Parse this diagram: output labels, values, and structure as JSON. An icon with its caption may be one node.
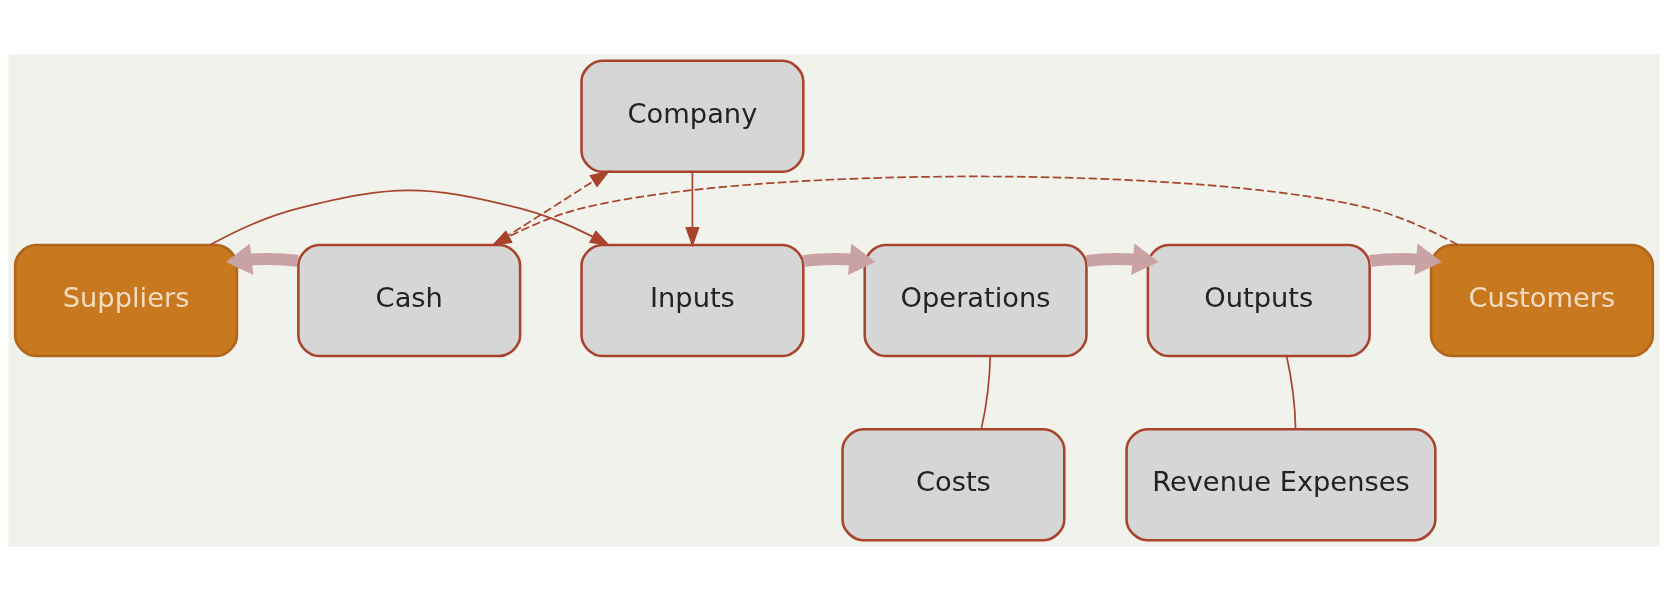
{
  "diagram": {
    "nodes": [
      {
        "text": [
          "Company"
        ]
      },
      {
        "text": [
          "Suppliers"
        ]
      },
      {
        "text": [
          "Cash"
        ]
      },
      {
        "text": [
          "Inputs"
        ]
      },
      {
        "text": [
          "Operations"
        ]
      },
      {
        "text": [
          "Outputs"
        ]
      },
      {
        "text": [
          "Customers"
        ]
      },
      {
        "text": [
          "Costs"
        ]
      },
      {
        "text": [
          "Revenue Expenses"
        ]
      }
    ],
    "edges": [
      {
        "from": 2,
        "to": 1,
        "arrow": "to",
        "style": "thick",
        "color": "#c9a3a3"
      },
      {
        "from": 3,
        "to": 4,
        "arrow": "to",
        "style": "thick",
        "color": "#c9a3a3"
      },
      {
        "from": 4,
        "to": 5,
        "arrow": "to",
        "style": "thick",
        "color": "#c9a3a3"
      },
      {
        "from": 5,
        "to": 6,
        "arrow": "to",
        "style": "thick",
        "color": "#c9a3a3"
      },
      {
        "from": 2,
        "to": 0,
        "arrow": "to",
        "style": "dashed"
      },
      {
        "from": 0,
        "to": 3,
        "arrow": "to"
      },
      {
        "from": 1,
        "to": 3,
        "arrow": "to"
      },
      {
        "from": 6,
        "to": 2,
        "arrow": "to",
        "style": "dashed"
      },
      {
        "from": 7,
        "to": 4,
        "arrow": "none"
      },
      {
        "from": 8,
        "to": 5,
        "arrow": "none"
      }
    ]
  }
}
